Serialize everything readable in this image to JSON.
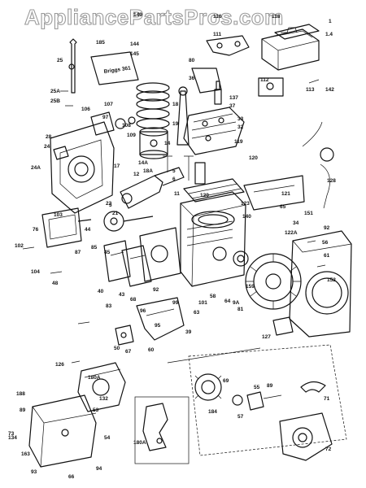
{
  "watermark": "AppliancePartsPros.com",
  "decal_text": "Briggs 361",
  "callouts": [
    "118",
    "116",
    "1",
    "1.4",
    "149",
    "111",
    "144",
    "145",
    "185",
    "25",
    "80",
    "25A",
    "25B",
    "36",
    "137",
    "37",
    "18",
    "19",
    "112",
    "142",
    "113",
    "106",
    "107",
    "97",
    "108",
    "109",
    "33",
    "32",
    "14",
    "14A",
    "5",
    "6",
    "28",
    "24",
    "24A",
    "17",
    "12",
    "18A",
    "3",
    "119",
    "120",
    "123",
    "22",
    "21",
    "128",
    "129",
    "121",
    "11",
    "103",
    "76",
    "44",
    "102",
    "104",
    "48",
    "87",
    "85",
    "45",
    "43",
    "40",
    "39",
    "65",
    "9A",
    "63",
    "64",
    "68",
    "58",
    "92",
    "140",
    "122A",
    "34",
    "96",
    "95",
    "151",
    "92",
    "99",
    "101",
    "83",
    "67",
    "152",
    "159",
    "81",
    "126",
    "127",
    "89",
    "56",
    "61",
    "50",
    "60",
    "69",
    "180A",
    "132",
    "188",
    "89",
    "163",
    "53",
    "93",
    "66",
    "94",
    "54",
    "180A",
    "57",
    "55",
    "71",
    "72",
    "184",
    "73",
    "134"
  ]
}
